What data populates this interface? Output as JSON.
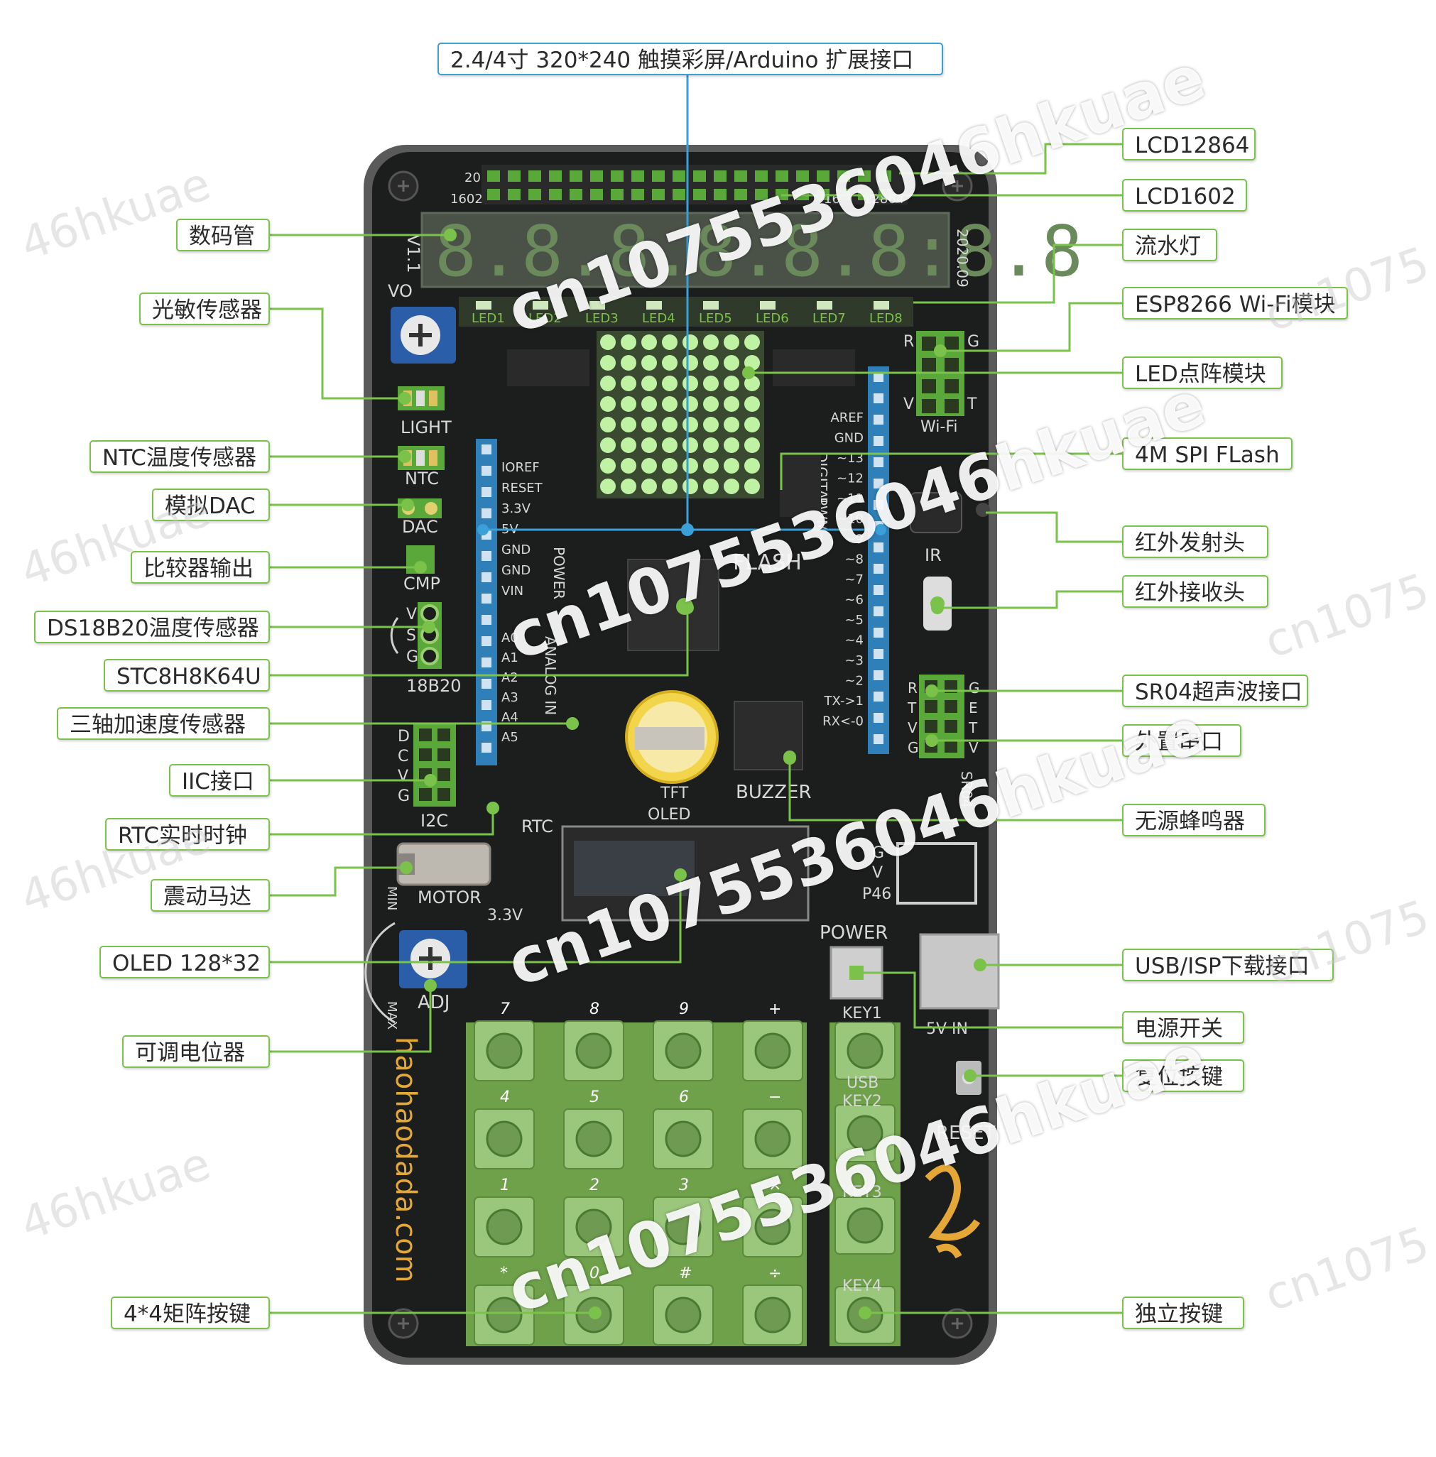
{
  "top_label": "2.4/4寸 320*240 触摸彩屏/Arduino 扩展接口",
  "left_labels": [
    "数码管",
    "光敏传感器",
    "NTC温度传感器",
    "模拟DAC",
    "比较器输出",
    "DS18B20温度传感器",
    "STC8H8K64U",
    "三轴加速度传感器",
    "IIC接口",
    "RTC实时时钟",
    "震动马达",
    "OLED 128*32",
    "可调电位器",
    "4*4矩阵按键"
  ],
  "right_labels": [
    "LCD12864",
    "LCD1602",
    "流水灯",
    "ESP8266 Wi-Fi模块",
    "LED点阵模块",
    "4M SPI FLash",
    "红外发射头",
    "红外接收头",
    "SR04超声波接口",
    "外置串口",
    "无源蜂鸣器",
    "USB/ISP下载接口",
    "电源开关",
    "复位按键",
    "独立按键"
  ],
  "board": {
    "version": "V1.1",
    "date": "2020.09",
    "vo": "VO",
    "header_20": "20",
    "header_1602": "1602",
    "header_12864": "12864",
    "header_16": "16",
    "led_labels": [
      "LED1",
      "LED2",
      "LED3",
      "LED4",
      "LED5",
      "LED6",
      "LED7",
      "LED8"
    ],
    "light": "LIGHT",
    "ntc": "NTC",
    "dac": "DAC",
    "cmp": "CMP",
    "ds18b20": "18B20",
    "i2c": "I2C",
    "rtc": "RTC",
    "motor": "MOTOR",
    "min": "MIN",
    "max": "MAX",
    "adj": "ADJ",
    "v33": "3.3V",
    "website": "haohaodada.com",
    "flash": "FLASH",
    "ir": "IR",
    "wifi": "Wi-Fi",
    "buzzer": "BUZZER",
    "tft": "TFT",
    "oled": "OLED",
    "power": "POWER",
    "key1": "KEY1",
    "usb": "USB",
    "key2": "KEY2",
    "key3": "KEY3",
    "key4": "KEY4",
    "reset": "RESET",
    "vin": "5V IN",
    "analog_in": "ANALOG IN",
    "power_vert": "POWER",
    "digital": "DIGITAL",
    "pwm": "PWM~",
    "arduino_left_pins": [
      "IOREF",
      "RESET",
      "3.3V",
      "5V",
      "GND",
      "GND",
      "VIN"
    ],
    "arduino_analog_pins": [
      "A0",
      "A1",
      "A2",
      "A3",
      "A4",
      "A5"
    ],
    "arduino_right_pins": [
      "AREF",
      "GND",
      "~13",
      "~12",
      "~11",
      "~10",
      "~9",
      "~8",
      "~7",
      "~6",
      "~5",
      "~4",
      "~3",
      "~2",
      "TX->1",
      "RX<-0"
    ],
    "wifi_pins_left": [
      "R",
      "V"
    ],
    "wifi_pins_right": [
      "G",
      "T"
    ],
    "sr04_pins_left": [
      "R",
      "T",
      "V",
      "G"
    ],
    "sr04_pins_right": [
      "G",
      "E",
      "T",
      "V"
    ],
    "sr04_side": "SR04",
    "ds_pins": [
      "V",
      "S",
      "G"
    ],
    "i2c_pins": [
      "D",
      "C",
      "V",
      "G"
    ],
    "servo_pins": [
      "G",
      "V",
      "P46"
    ],
    "seg_digits": "8.8.8.8.8.8:8.8",
    "keypad_symbols": [
      "7",
      "8",
      "9",
      "+",
      "4",
      "5",
      "6",
      "−",
      "1",
      "2",
      "3",
      "×",
      "*",
      "0",
      "#",
      "÷"
    ]
  },
  "watermarks": {
    "main": "cn1075536046hkuae",
    "faint_left": "46hkuae",
    "faint_right": "cn1075"
  },
  "colors": {
    "board": "#1c1d1d",
    "board_edge": "#4a4a4a",
    "green_accent": "#7ac24a",
    "blue_accent": "#3aa0d8",
    "led_green": "#bff3a3",
    "header_green": "#5aa83a",
    "arduino_blue": "#2f7fb8"
  }
}
